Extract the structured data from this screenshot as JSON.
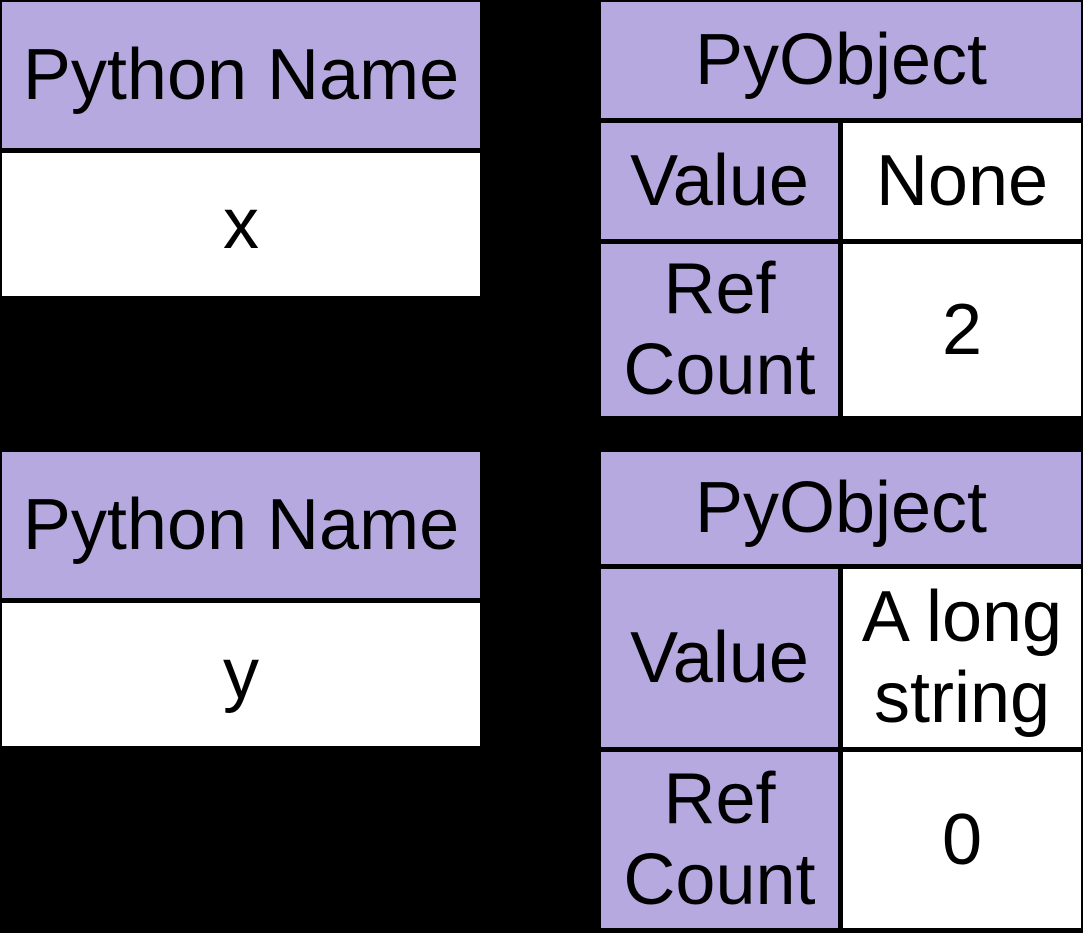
{
  "diagram": {
    "background_color": "#000000",
    "header_fill_color": "#b6a9e0",
    "value_fill_color": "#ffffff",
    "border_color": "#000000",
    "text_color": "#000000"
  },
  "name_tables": [
    {
      "header": "Python Name",
      "value": "x"
    },
    {
      "header": "Python Name",
      "value": "y"
    }
  ],
  "object_tables": [
    {
      "header": "PyObject",
      "rows": [
        {
          "label": "Value",
          "value": "None"
        },
        {
          "label": "Ref Count",
          "value": "2"
        }
      ]
    },
    {
      "header": "PyObject",
      "rows": [
        {
          "label": "Value",
          "value": "A long string"
        },
        {
          "label": "Ref Count",
          "value": "0"
        }
      ]
    }
  ]
}
